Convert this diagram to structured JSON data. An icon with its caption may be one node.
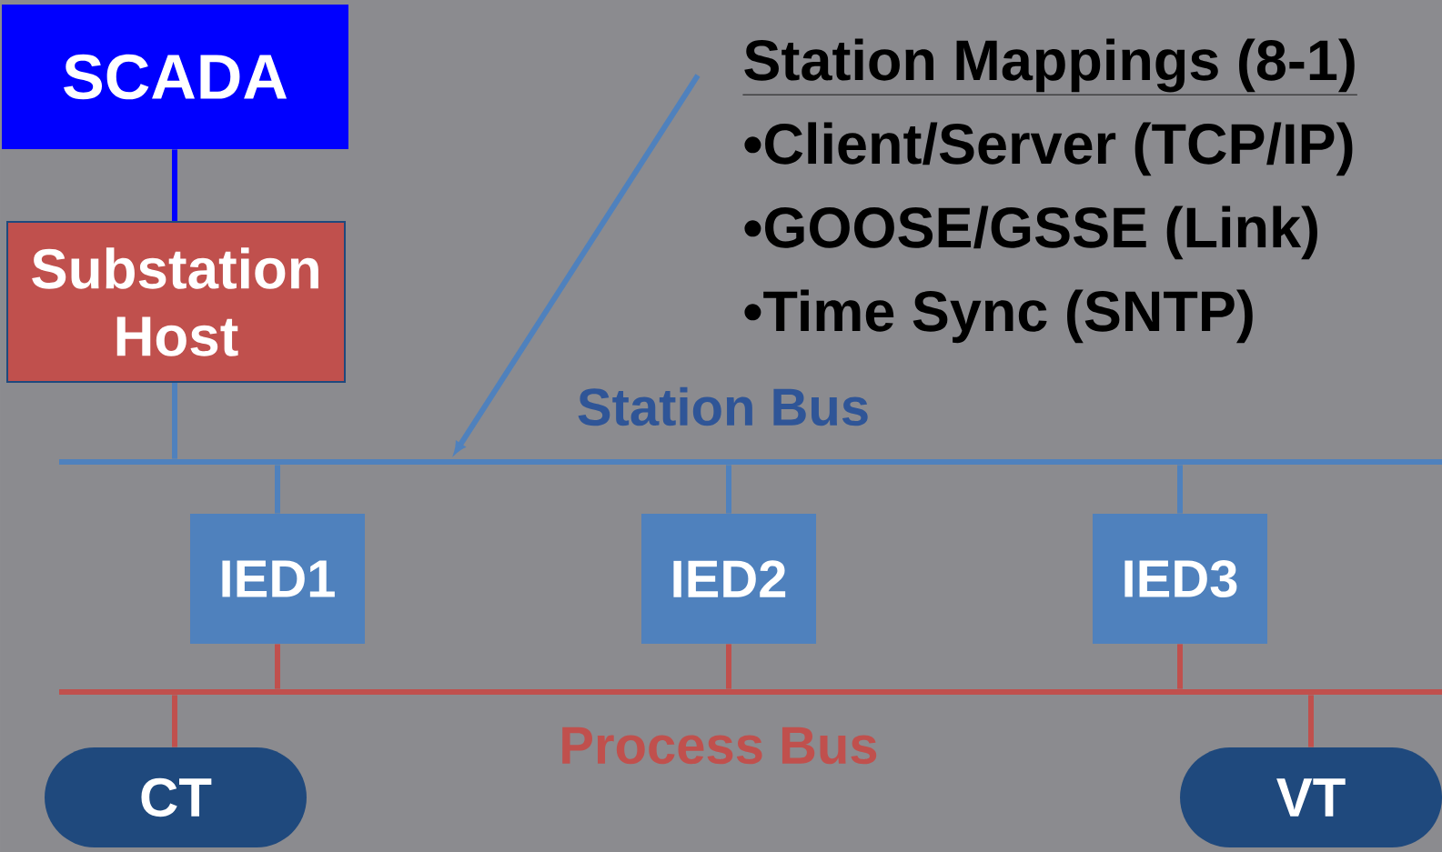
{
  "diagram": {
    "nodes": [
      {
        "text": [
          "SCADA"
        ]
      },
      {
        "text": [
          "Substation Host"
        ]
      },
      {
        "text": [
          "Station Bus"
        ]
      },
      {
        "text": [
          "IED1"
        ]
      },
      {
        "text": [
          "IED2"
        ]
      },
      {
        "text": [
          "IED3"
        ]
      },
      {
        "text": [
          "Process Bus"
        ]
      },
      {
        "text": [
          "CT"
        ]
      },
      {
        "text": [
          "VT"
        ]
      },
      {
        "text": [
          "Station Mappings (8-1)",
          "•Client/Server (TCP/IP)",
          "•GOOSE/GSSE (Link)",
          "•Time Sync (SNTP)"
        ]
      }
    ],
    "edges": [
      {
        "from": 0,
        "to": 1,
        "arrow": "none",
        "color": "#0000ff"
      },
      {
        "from": 1,
        "to": 2,
        "arrow": "none",
        "color": "#4f81bd"
      },
      {
        "from": 2,
        "to": 3,
        "arrow": "none",
        "color": "#4f81bd"
      },
      {
        "from": 2,
        "to": 4,
        "arrow": "none",
        "color": "#4f81bd"
      },
      {
        "from": 2,
        "to": 5,
        "arrow": "none",
        "color": "#4f81bd"
      },
      {
        "from": 3,
        "to": 6,
        "arrow": "none",
        "color": "#c0504d"
      },
      {
        "from": 4,
        "to": 6,
        "arrow": "none",
        "color": "#c0504d"
      },
      {
        "from": 5,
        "to": 6,
        "arrow": "none",
        "color": "#c0504d"
      },
      {
        "from": 6,
        "to": 7,
        "arrow": "none",
        "color": "#c0504d"
      },
      {
        "from": 6,
        "to": 8,
        "arrow": "none",
        "color": "#c0504d"
      },
      {
        "from": 9,
        "to": 2,
        "arrow": "to",
        "color": "#4f81bd"
      }
    ]
  }
}
